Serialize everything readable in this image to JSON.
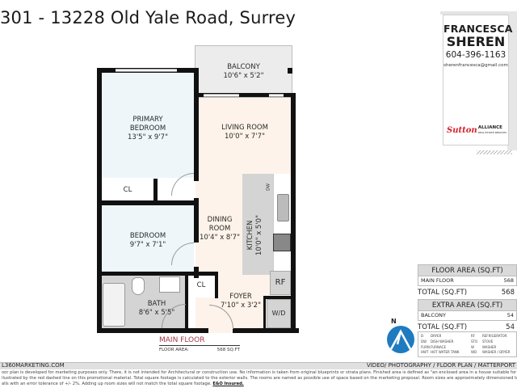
{
  "header": {
    "title": "301 - 13228 Old Yale Road, Surrey"
  },
  "agent_sign": {
    "first_name": "FRANCESCA",
    "last_name": "SHEREN",
    "phone": "604-396-1163",
    "email": "sherenfrancesca@gmail.com",
    "brokerage_logo_1": "Sutton",
    "brokerage_logo_2": "ALLIANCE",
    "brokerage_logo_2_sub": "REAL ESTATE SERVICES"
  },
  "rooms": {
    "balcony": {
      "name": "BALCONY",
      "dims": "10'6\" x 5'2\""
    },
    "primary_bedroom": {
      "name_line1": "PRIMARY",
      "name_line2": "BEDROOM",
      "dims": "13'5\" x 9'7\""
    },
    "living_room": {
      "name": "LIVING ROOM",
      "dims": "10'0\" x 7'7\""
    },
    "closet_1": {
      "name": "CL"
    },
    "bedroom": {
      "name": "BEDROOM",
      "dims": "9'7\" x 7'1\""
    },
    "dining_room": {
      "name_line1": "DINING",
      "name_line2": "ROOM",
      "dims": "10'4\" x 8'7\""
    },
    "kitchen": {
      "name": "KITCHEN",
      "dims": "10'0\" x 5'0\""
    },
    "dishwasher": {
      "name": "DW"
    },
    "refrigerator": {
      "name": "RF"
    },
    "closet_2": {
      "name": "CL"
    },
    "bath": {
      "name": "BATH",
      "dims": "8'6\" x 5'5\""
    },
    "foyer": {
      "name": "FOYER",
      "dims": "7'10\" x 3'2\""
    },
    "washer_dryer": {
      "name": "W/D"
    }
  },
  "floor_caption": {
    "name": "MAIN FLOOR",
    "area_label": "FLOOR AREA:",
    "area_value": "568 SQ.FT"
  },
  "floor_area_table": {
    "header": "FLOOR AREA (SQ.FT)",
    "rows": [
      {
        "label": "MAIN FLOOR",
        "value": "568"
      }
    ],
    "total_label": "TOTAL (SQ.FT)",
    "total_value": "568"
  },
  "extra_area_table": {
    "header": "EXTRA AREA (SQ.FT)",
    "rows": [
      {
        "label": "BALCONY",
        "value": "54"
      }
    ],
    "total_label": "TOTAL (SQ.FT)",
    "total_value": "54"
  },
  "compass": {
    "label": "N",
    "color": "#1f7bbf"
  },
  "legend": [
    {
      "code": "D",
      "desc": "DRYER",
      "code2": "RF",
      "desc2": "REFRIGERATOR"
    },
    {
      "code": "DW",
      "desc": "DISH WASHER",
      "code2": "STO",
      "desc2": "STOVE"
    },
    {
      "code": "FURN",
      "desc": "FURNACE",
      "code2": "W",
      "desc2": "WASHER"
    },
    {
      "code": "HWT",
      "desc": "HOT WATER TANK",
      "code2": "WD",
      "desc2": "WASHER / DRYER"
    }
  ],
  "footer": {
    "website": "L360MARKETING.COM",
    "services": "VIDEO/ PHOTOGRAPHY / FLOOR PLAN / MATTERPORT",
    "disclaimer_1": "oor plan is developed for marketing purposes only. There, it is not intended for Architectural or construction use. No information is  taken from original blueprints or strata plans. Finished area is defined as  \"an enclosed area in a house suitable for year-round use\"",
    "disclaimer_2": "llustrated by the red dashed line on this promotional material. Total square footage is calculated to the exterior walls. The rooms are named as possible use of space based on the marketing proposal. Room sizes are approximately dimensioned to the inside",
    "disclaimer_3": "alls with an error tolerance of +/- 2%. Adding up room sizes will not match the total square footage.",
    "eo": "E&O Insured."
  },
  "colors": {
    "bedroom_fill": "#eef6f9",
    "living_fill": "#fdf3ea",
    "wet_fill": "#d4d4d4",
    "balcony_fill": "#ececec",
    "wall": "#111111",
    "caption_red": "#a33a4a"
  }
}
